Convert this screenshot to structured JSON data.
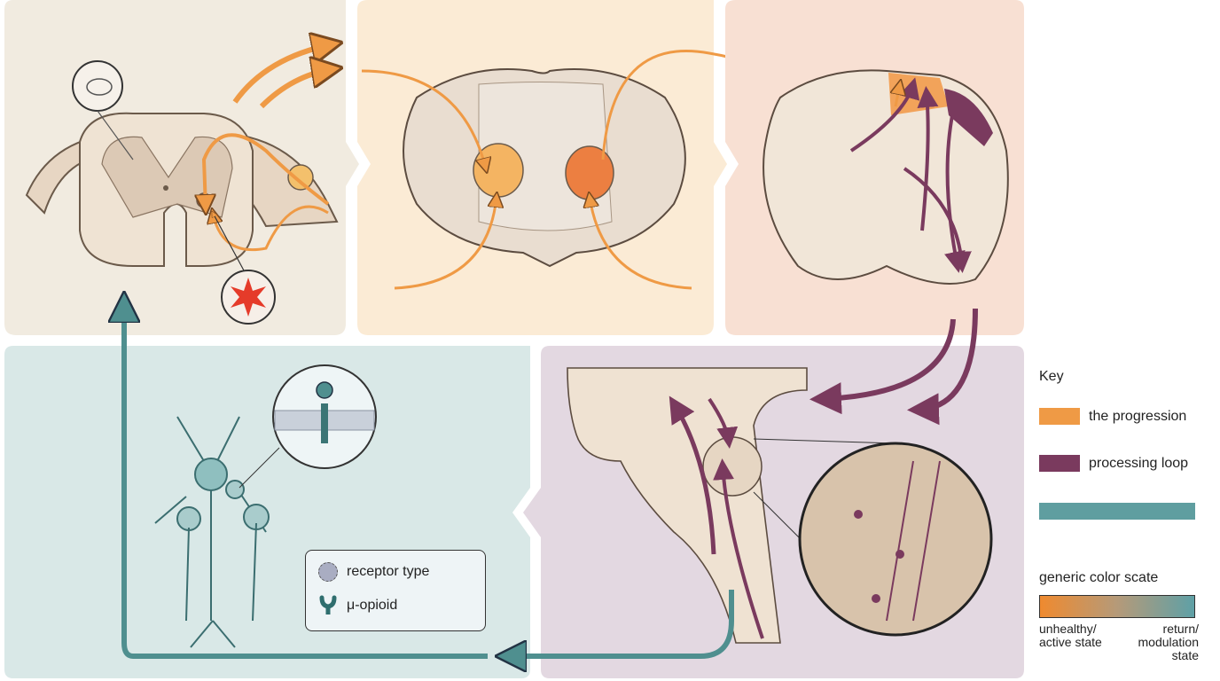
{
  "key": {
    "title": "Key",
    "items": [
      {
        "label": "the progression",
        "color": "#ef9a45"
      },
      {
        "label": "processing loop",
        "color": "#7a3a5e"
      },
      {
        "label": "",
        "color": "#5f9ea0"
      }
    ],
    "scale": {
      "title": "generic color scate",
      "low_label": "unhealthy/ active state",
      "high_label": "return/ modulation state",
      "low_color": "#ef8a2f",
      "high_color": "#5fa0a6"
    }
  },
  "inset_legend": {
    "items": [
      {
        "label": "receptor type",
        "icon": "receptor-dot-icon"
      },
      {
        "label": "μ-opioid",
        "icon": "mu-opioid-receptor-icon"
      }
    ]
  },
  "colors": {
    "orange": "#ef9a45",
    "purple": "#7a3a5e",
    "teal": "#4f8f8f"
  }
}
